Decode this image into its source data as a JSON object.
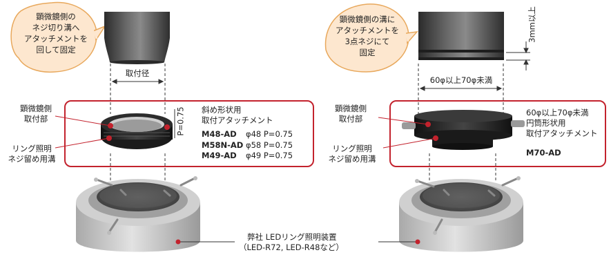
{
  "left": {
    "bubble_lines": [
      "顕微鏡側の",
      "ネジ切り溝へ",
      "アタッチメントを",
      "回して固定"
    ],
    "dim_label": "取付径",
    "left_label_top": [
      "顕微鏡側",
      "取付部"
    ],
    "left_label_bottom": [
      "リング照明",
      "ネジ留め用溝"
    ],
    "pitch_label": "P=0.75",
    "desc_lines": [
      "斜め形状用",
      "取付アタッチメント"
    ],
    "models": [
      {
        "name": "M48-AD",
        "spec": "φ48 P=0.75"
      },
      {
        "name": "M58N-AD",
        "spec": "φ58 P=0.75"
      },
      {
        "name": "M49-AD",
        "spec": "φ49 P=0.75"
      }
    ]
  },
  "right": {
    "bubble_lines": [
      "顕微鏡側の溝に",
      "アタッチメントを",
      "3点ネジにて",
      "固定"
    ],
    "height_label": "3mm以上",
    "dim_label": "60φ以上70φ未満",
    "left_label_top": [
      "顕微鏡側",
      "取付部"
    ],
    "left_label_bottom": [
      "リング照明",
      "ネジ留め用溝"
    ],
    "desc_lines": [
      "60φ以上70φ未満",
      "円筒形状用",
      "取付アタッチメント"
    ],
    "model": "M70-AD"
  },
  "bottom_label": [
    "弊社 LEDリング照明装置",
    "（LED-R72, LED-R48など）"
  ],
  "colors": {
    "accent_red": "#c3222d",
    "bubble_fill": "#fde7cf",
    "bubble_border": "#e8a85c"
  }
}
